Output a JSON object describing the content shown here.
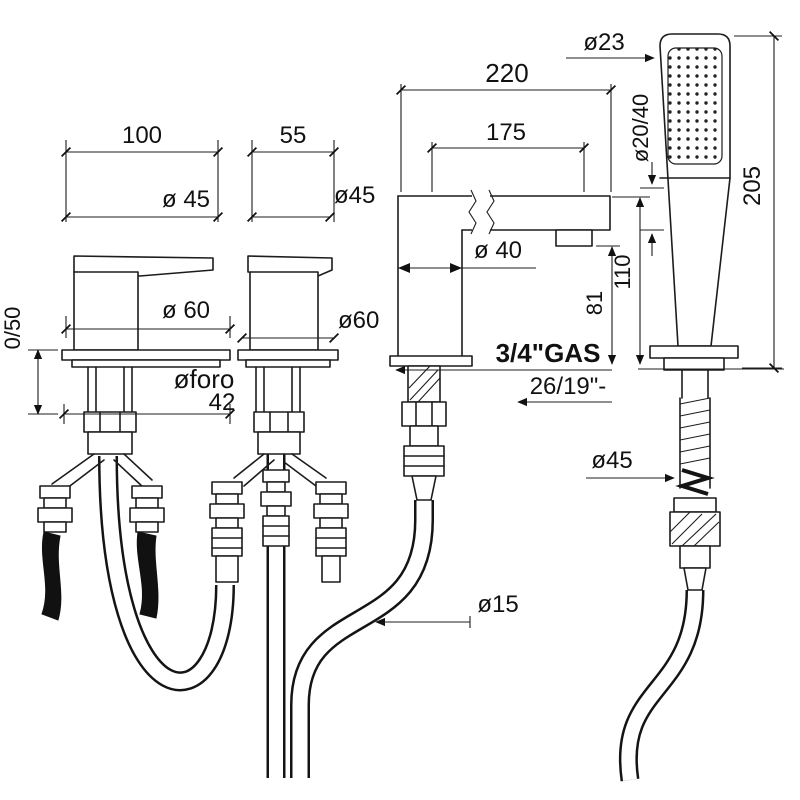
{
  "drawing": {
    "colors": {
      "line": "#1c1c1c",
      "background": "#ffffff"
    },
    "labels": {
      "dim_100": "100",
      "dim_55": "55",
      "dim_220": "220",
      "dim_175": "175",
      "dia_23": "ø23",
      "dia_45_left": "ø 45",
      "dia_45_mid": "ø45",
      "dia_20_40": "ø20/40",
      "dim_205": "205",
      "dia_40": "ø 40",
      "dia_60_left": "ø 60",
      "dia_60_mid": "ø60",
      "dim_110": "110",
      "dim_81": "81",
      "range_0_50": "0/50",
      "hole_label": "øforo",
      "hole_value": "42",
      "thread_spec": "3/4\"GAS",
      "hose_spec": "26/19\"-",
      "dia_45_shower": "ø45",
      "dia_15": "ø15"
    }
  }
}
